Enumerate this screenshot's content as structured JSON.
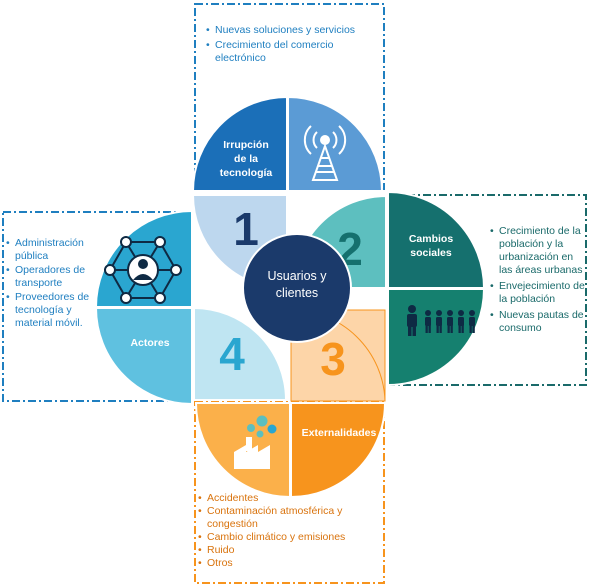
{
  "center": {
    "line1": "Usuarios y",
    "line2": "clientes"
  },
  "numbers": {
    "n1": "1",
    "n2": "2",
    "n3": "3",
    "n4": "4"
  },
  "segments": {
    "tech": {
      "line1": "Irrupción",
      "line2": "de la",
      "line3": "tecnología"
    },
    "social": {
      "line1": "Cambios",
      "line2": "sociales"
    },
    "actors": {
      "label": "Actores"
    },
    "externalities": {
      "label": "Externalidades"
    }
  },
  "tech_items": [
    "Nuevas soluciones y servicios",
    "Crecimiento del comercio electrónico"
  ],
  "social_items": [
    "Crecimiento de la población y la urbanización en las áreas urbanas",
    "Envejecimiento de la población",
    "Nuevas pautas de consumo"
  ],
  "actor_items": [
    "Administración pública",
    "Operadores de transporte",
    "Proveedores de tecnología y material móvil."
  ],
  "externality_items": [
    "Accidentes",
    "Contaminación atmosférica y congestión",
    "Cambio climático y emisiones",
    "Ruido",
    "Otros"
  ],
  "colors": {
    "tech_dark": "#1b6fb8",
    "tech_mid": "#5b9bd5",
    "tech_light": "#bdd7ee",
    "social_dark": "#15706e",
    "social_mid": "#5dbfbf",
    "actors_dark": "#2aa6d0",
    "actors_mid": "#5fc1e0",
    "actors_light": "#bfe5f2",
    "ext_dark": "#f7941d",
    "ext_mid": "#fbb04a",
    "ext_light": "#fdd5a8",
    "center": "#1b3a6b",
    "number_dark": "#1b3a6b",
    "number_teal": "#15706e",
    "number_orange": "#f7941d",
    "number_blue": "#2aa6d0"
  }
}
